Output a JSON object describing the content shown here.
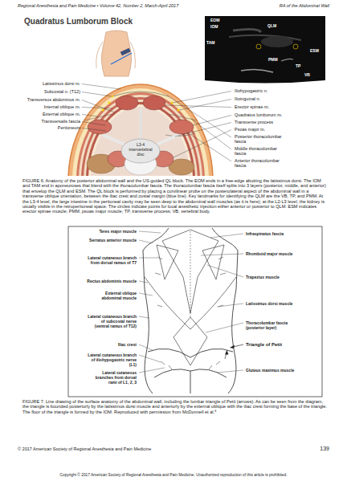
{
  "diagram": {
    "title": "Quadratus Lumborum Block",
    "labels": [
      "Regional Anesthesia and Pain Medicine • Volume 42, Number 2, March-April 2017",
      "RA of the Abdominal Wall",
      "EOM",
      "IOM",
      "TAM",
      "QLM",
      "ESM",
      "PMM",
      "TP",
      "VB",
      "Latissimus dorsi m.",
      "Subcostal n. (T12)",
      "Transversus abdominus m.",
      "Internal oblique m.",
      "External oblique m.",
      "Transversalis fascia",
      "Peritoneum",
      "Iliohypogastric n.",
      "Ilioinguinal n.",
      "Erector spinae m.",
      "Quadratus lumborum m.",
      "Transverse process",
      "Psoas major m.",
      "Posterior thoracolumbar fascia",
      "Middle thoracolumbar fascia",
      "Anterior thoracolumbar fascia",
      "L3-4 intervertebral disc",
      "FIGURE 6. Anatomy of the posterior abdominal wall and the US-guided QL block. The EOM ends in a free-edge abutting the latissimus dorsi. The IOM and TAM end in aponeuroses that blend with the thoracolumbar fascia. The thoracolumbar fascia itself splits into 3 layers (posterior, middle, and anterior) that envelop the QLM and ESM. The QL block is performed by placing a curvilinear probe on the posterolateral aspect of the abdominal wall in a transverse oblique orientation, between the iliac crest and costal margin (blue line). Key landmarks for identifying the QLM are the VB, TP, and PMM. At the L3-4 level, the large intestine in the peritoneal cavity may be seen deep to the abdominal wall muscles (as it is here); at the L2-L3 level, the kidney is usually visible in the retroperitoneal space. The circles indicate points for local anesthetic injection either anterior or posterior to QLM. ESM indicates erector spinae muscle; PMM, psoas major muscle; TP, transverse process; VB, vertebral body.",
      "Teres major muscle",
      "Serratus anterior muscle",
      "Lateral cutaneous branch from dorsal ramus of T7",
      "Rectus abdominis muscle",
      "External oblique abdominal muscle",
      "Lateral cutaneous branch of subcostal nerve (ventral ramus of T12)",
      "Iliac crest",
      "Lateral cutaneous branch of iliohypogastric nerve (L1)",
      "Lateral cutaneous branches from dorsal rami of L1, 2, 3",
      "Infraspinatus fascia",
      "Rhomboid major muscle",
      "Trapezius muscle",
      "Latissimus dorsi muscle",
      "Thoracolumbar fascia (posterior layer)",
      "Triangle of Petit",
      "Gluteus maximus muscle",
      "FIGURE 7. Line drawing of the surface anatomy of the abdominal wall, including the lumbar triangle of Petit (arrows). As can be seen from the diagram, the triangle is bounded posteriorly by the latissimus dorsi muscle and anteriorly by the external oblique with the iliac crest forming the base of the triangle. The floor of the triangle is formed by the IOM. Reproduced with permission from McDonnell et al.⁸",
      "© 2017 American Society of Regional Anesthesia and Pain Medicine",
      "139",
      "Copyright © 2017 American Society of Regional Anesthesia and Pain Medicine. Unauthorized reproduction of this article is prohibited."
    ]
  }
}
